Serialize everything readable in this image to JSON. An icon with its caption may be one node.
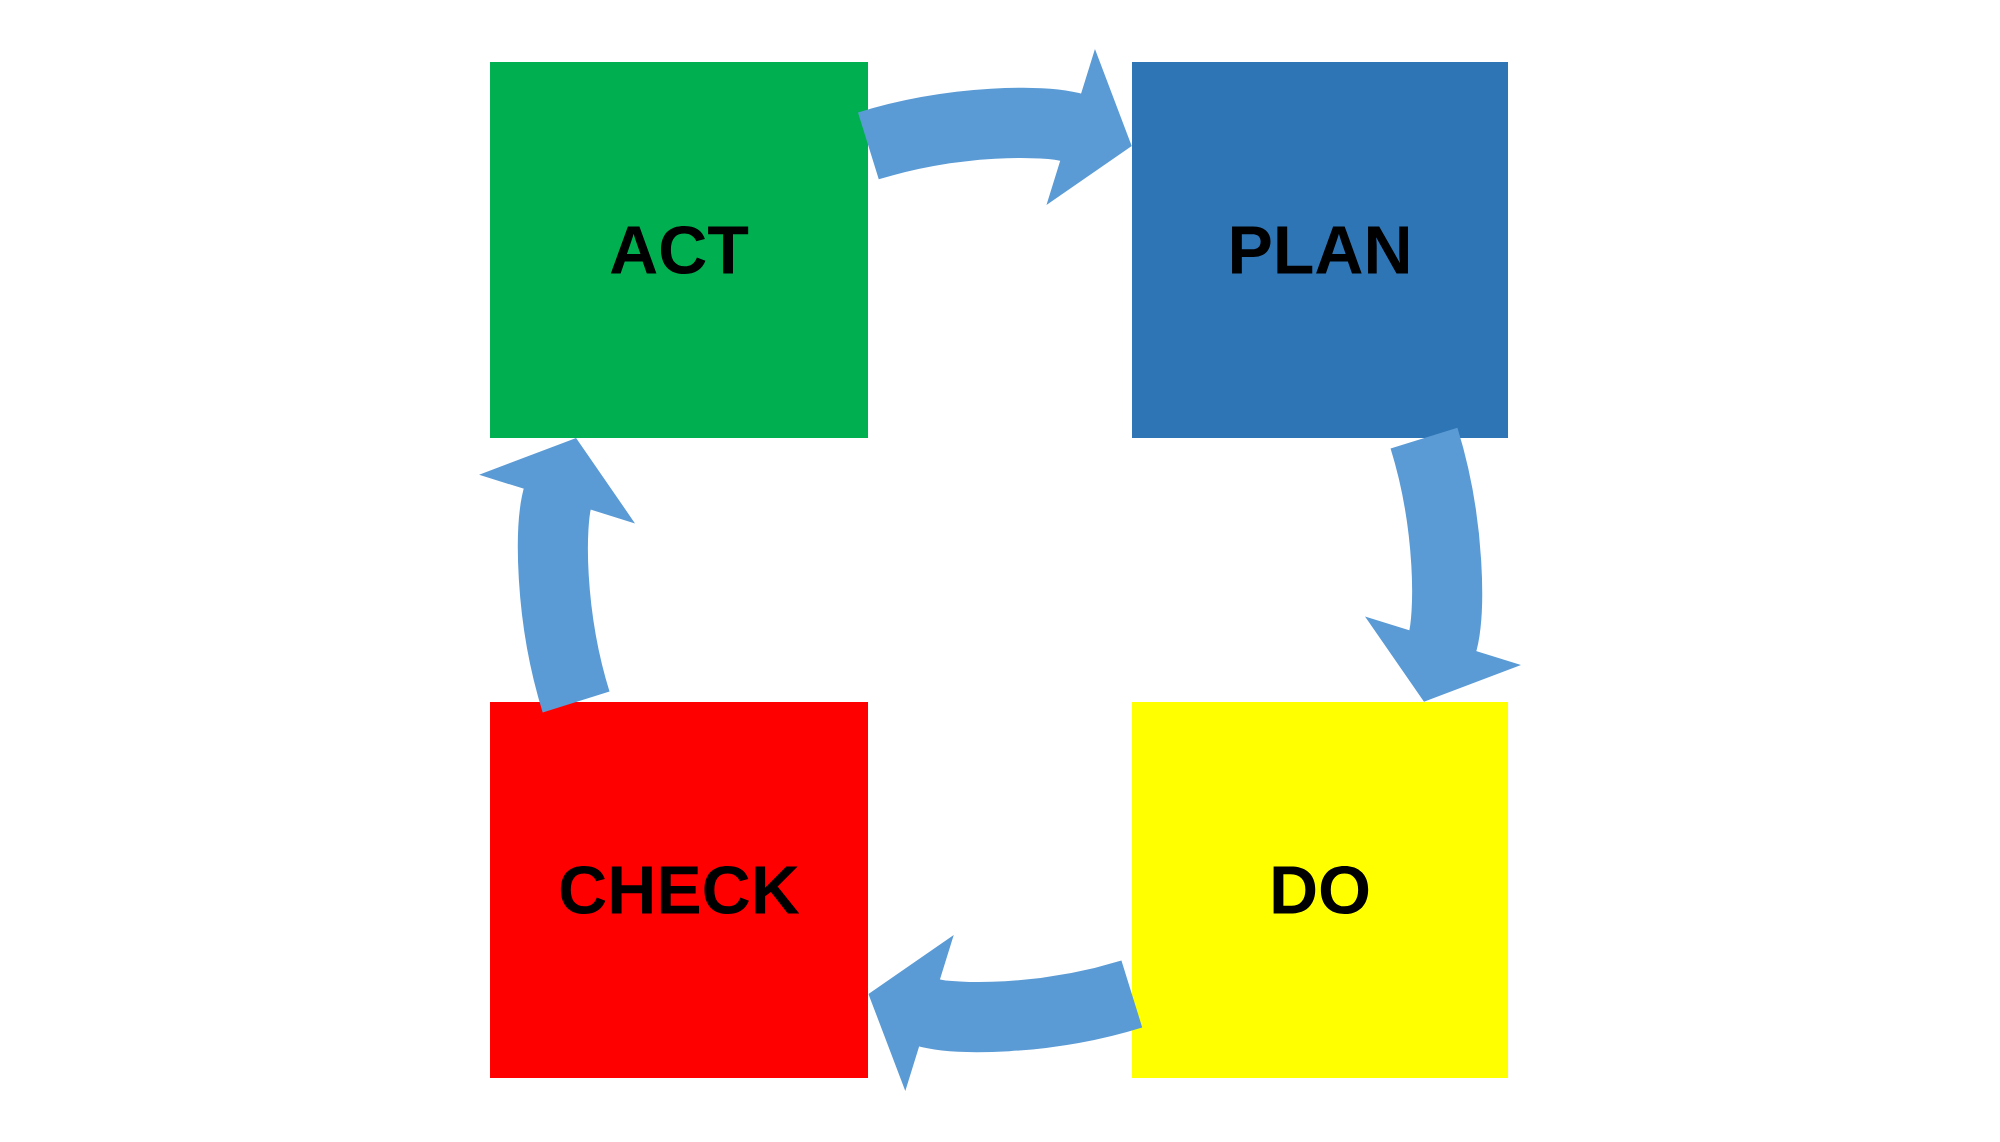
{
  "diagram": {
    "nodes": [
      {
        "text": [
          "ACT"
        ]
      },
      {
        "text": [
          "PLAN"
        ]
      },
      {
        "text": [
          "CHECK"
        ]
      },
      {
        "text": [
          "DO"
        ]
      }
    ],
    "edges": [
      {
        "from": 0,
        "to": 1,
        "arrow": "to"
      },
      {
        "from": 1,
        "to": 3,
        "arrow": "to"
      },
      {
        "from": 3,
        "to": 2,
        "arrow": "to"
      },
      {
        "from": 2,
        "to": 0,
        "arrow": "to"
      }
    ]
  }
}
